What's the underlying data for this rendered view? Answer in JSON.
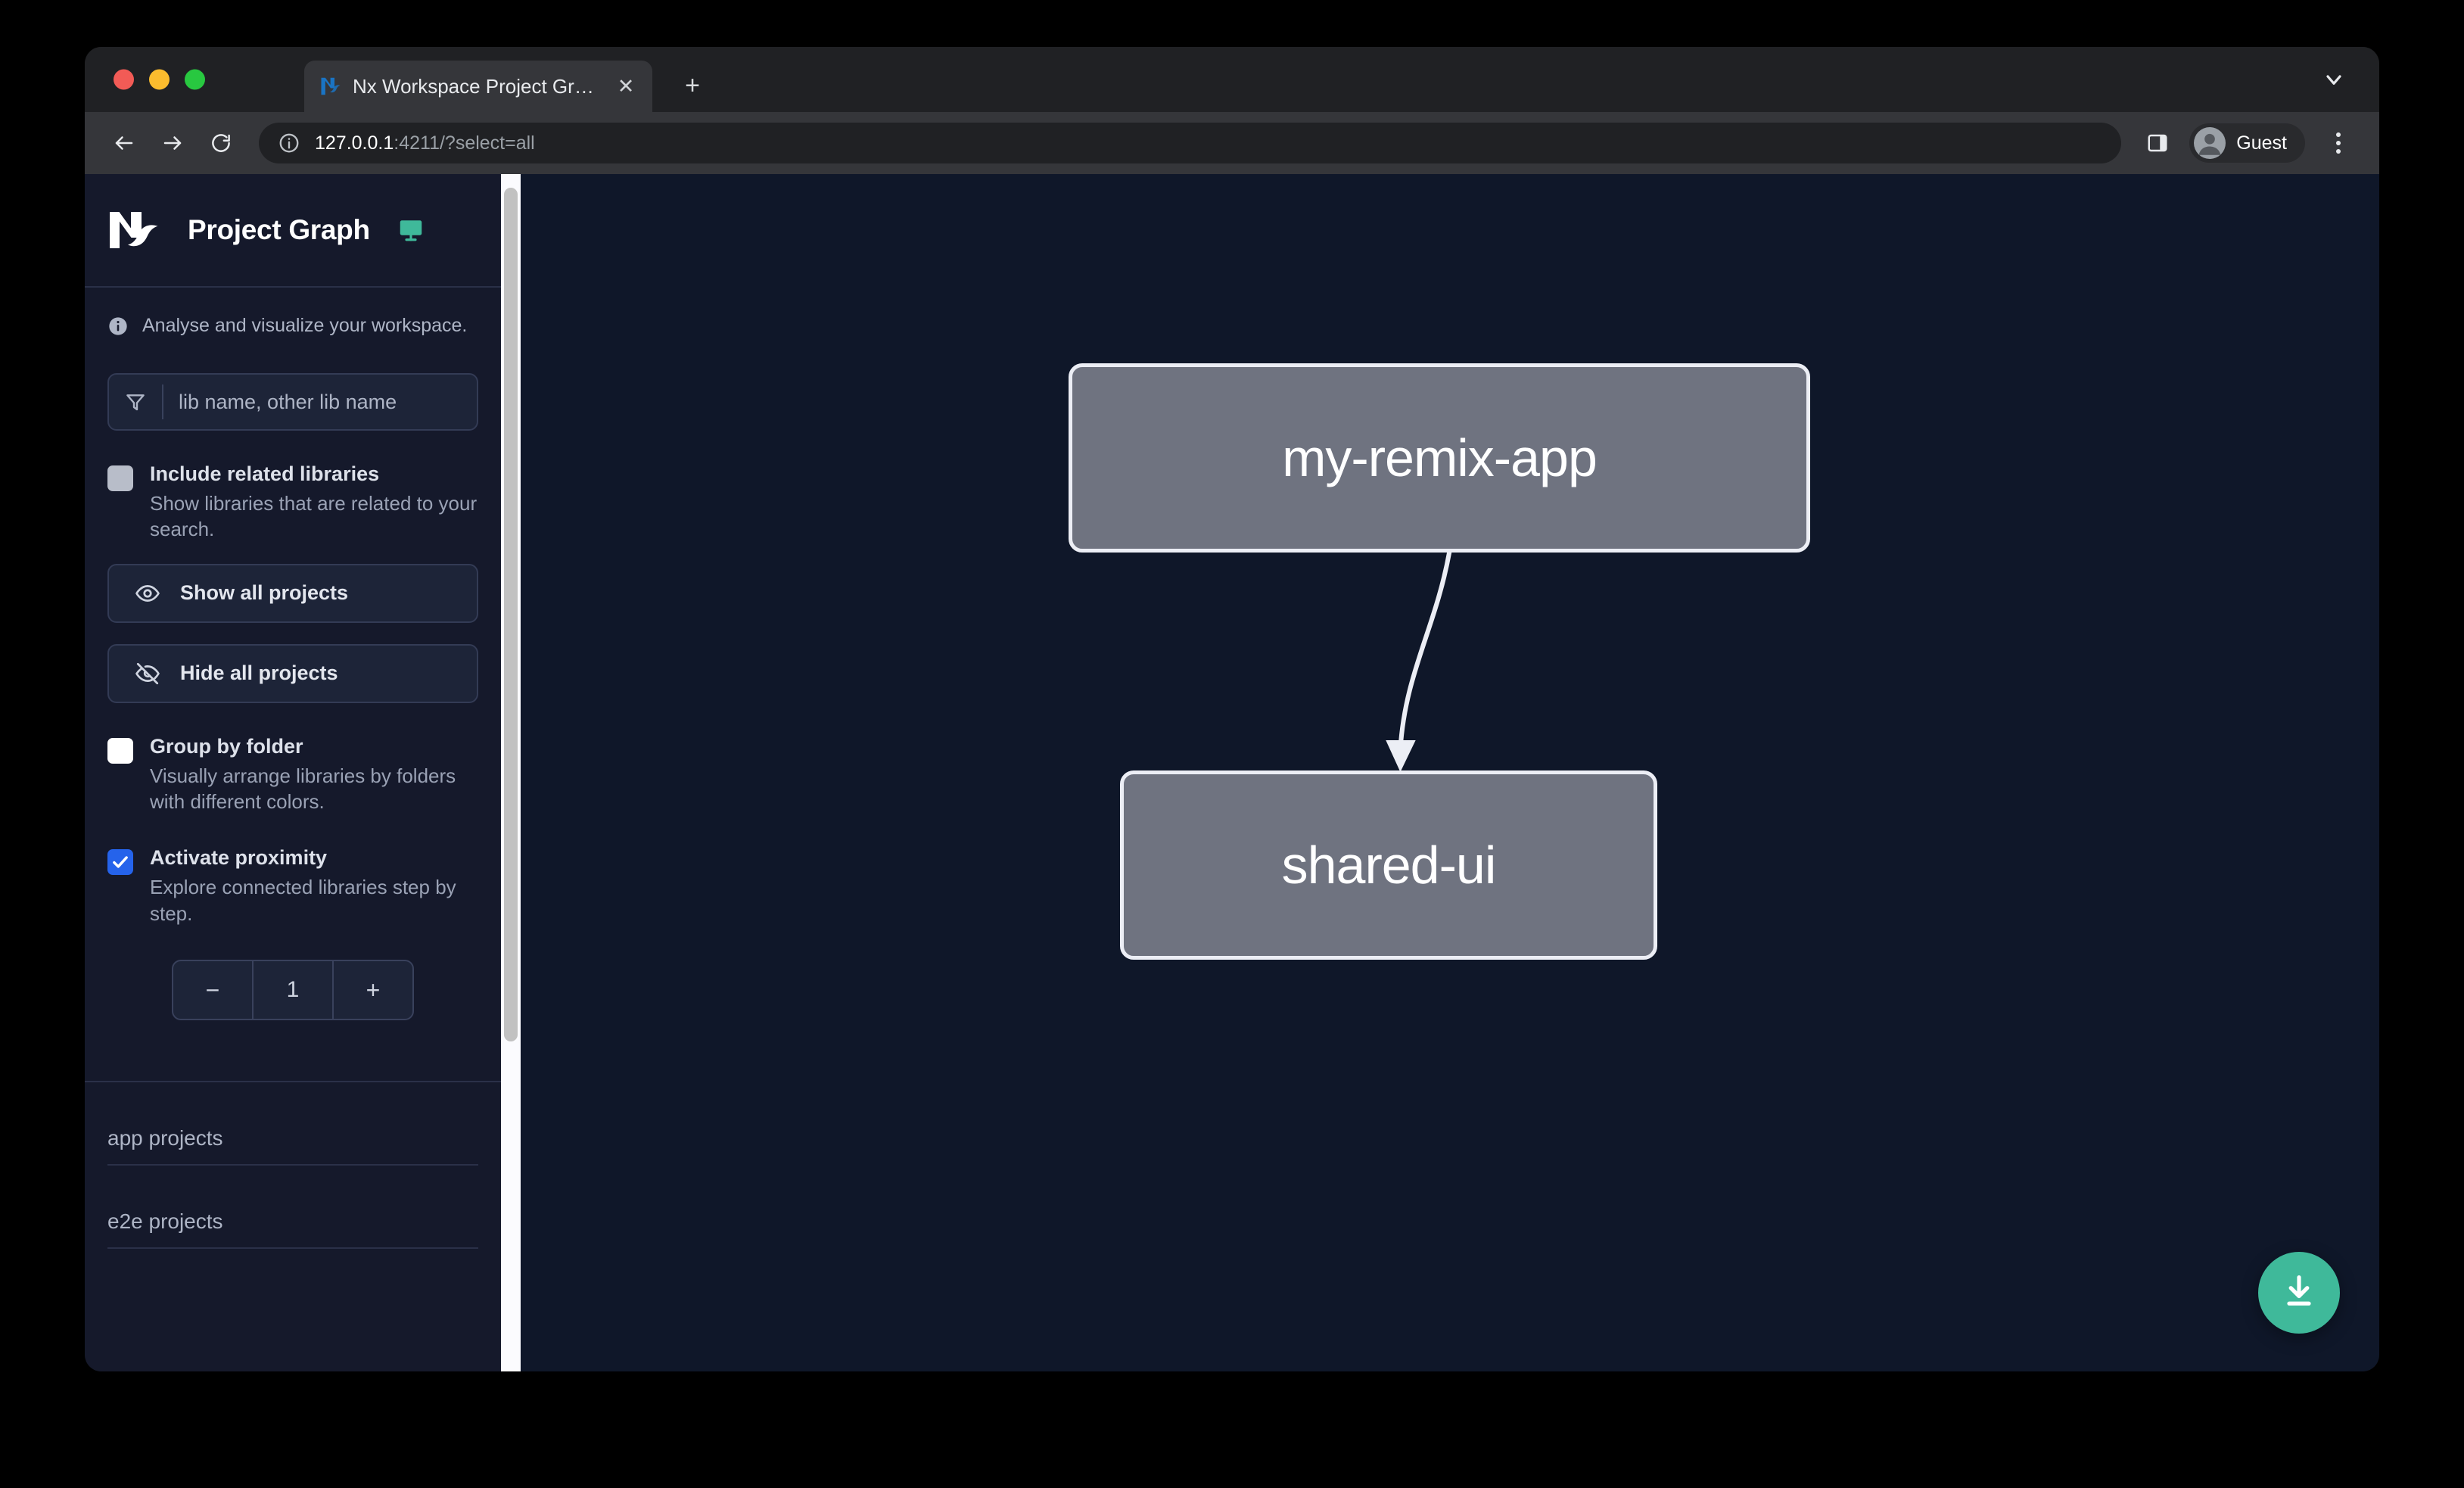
{
  "browser": {
    "tab": {
      "title": "Nx Workspace Project Graph",
      "favicon": "nx-logo-icon",
      "close_label": "✕"
    },
    "new_tab_label": "+",
    "url_host": "127.0.0.1",
    "url_rest": ":4211/?select=all",
    "profile_name": "Guest",
    "icons": {
      "back": "back-arrow-icon",
      "forward": "forward-arrow-icon",
      "reload": "reload-icon",
      "site_info": "site-info-icon",
      "side_panel": "side-panel-icon",
      "menu": "kebab-menu-icon",
      "tabstrip_chevron": "chevron-down-icon"
    }
  },
  "sidebar": {
    "title": "Project Graph",
    "logo": "nx-logo",
    "monitor_icon": "monitor-icon",
    "subtitle": "Analyse and visualize your workspace.",
    "info_icon": "info-icon",
    "filter": {
      "icon": "filter-funnel-icon",
      "placeholder": "lib name, other lib name",
      "value": ""
    },
    "options": [
      {
        "label": "Include related libraries",
        "description": "Show libraries that are related to your search.",
        "checked": false,
        "state": "disabled"
      },
      {
        "label": "Group by folder",
        "description": "Visually arrange libraries by folders with different colors.",
        "checked": false,
        "state": "enabled"
      },
      {
        "label": "Activate proximity",
        "description": "Explore connected libraries step by step.",
        "checked": true,
        "state": "enabled"
      }
    ],
    "buttons": [
      {
        "label": "Show all projects",
        "icon": "eye-icon"
      },
      {
        "label": "Hide all projects",
        "icon": "eye-off-icon"
      }
    ],
    "stepper": {
      "decrement_label": "−",
      "value": "1",
      "increment_label": "+"
    },
    "project_sections": [
      {
        "label": "app projects"
      },
      {
        "label": "e2e projects"
      }
    ]
  },
  "graph": {
    "nodes": [
      {
        "id": "my-remix-app",
        "label": "my-remix-app"
      },
      {
        "id": "shared-ui",
        "label": "shared-ui"
      }
    ],
    "edges": [
      {
        "from": "my-remix-app",
        "to": "shared-ui"
      }
    ],
    "download_button": {
      "icon": "download-icon",
      "color": "#3fb99a"
    },
    "colors": {
      "background": "#0f1729",
      "node_fill": "#6f7380",
      "node_border": "#eceef5",
      "edge": "#eceef5"
    }
  }
}
